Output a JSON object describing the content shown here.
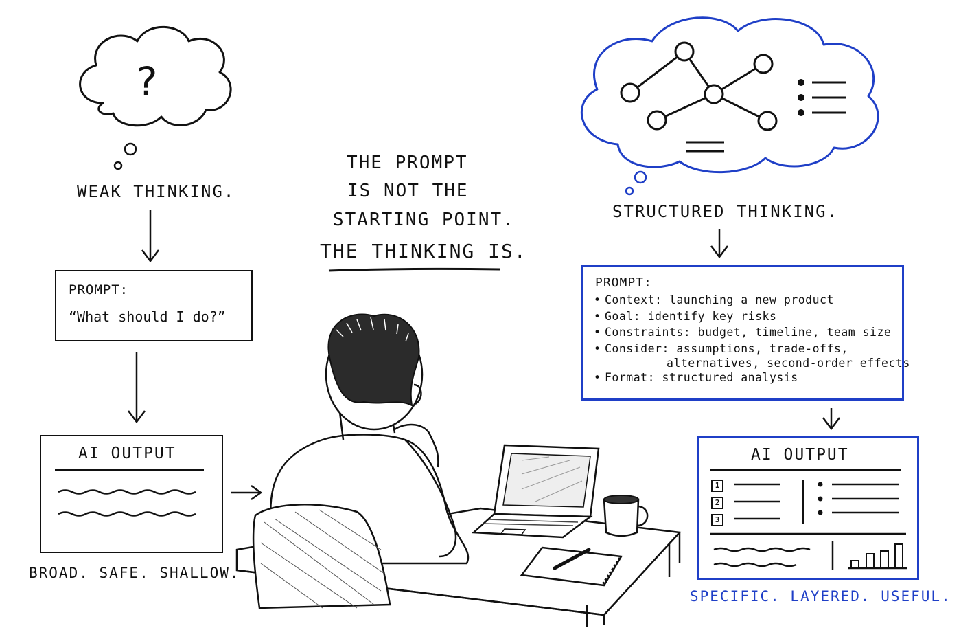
{
  "center_message": {
    "line1": "THE PROMPT",
    "line2": "IS NOT THE",
    "line3": "STARTING POINT.",
    "line4": "THE THINKING IS."
  },
  "left": {
    "cloud_symbol": "?",
    "thinking_label": "WEAK THINKING.",
    "prompt_title": "PROMPT:",
    "prompt_text": "“What should I do?”",
    "output_title": "AI OUTPUT",
    "verdict": "BROAD. SAFE. SHALLOW."
  },
  "right": {
    "thinking_label": "STRUCTURED THINKING.",
    "prompt_title": "PROMPT:",
    "prompt_items": [
      "Context: launching a new product",
      "Goal: identify key risks",
      "Constraints: budget, timeline, team size",
      "Consider: assumptions, trade-offs,",
      "alternatives, second-order effects",
      "Format: structured analysis"
    ],
    "output_title": "AI OUTPUT",
    "output_numbers": [
      "1",
      "2",
      "3"
    ],
    "verdict": "SPECIFIC. LAYERED. USEFUL."
  },
  "colors": {
    "ink": "#111111",
    "accent_blue": "#1f3fc7",
    "background": "#ffffff"
  },
  "icons": [
    "thought-cloud",
    "network-graph-icon",
    "bullet-list-icon",
    "person-at-desk",
    "laptop-icon",
    "coffee-mug-icon",
    "notebook-icon",
    "pen-icon",
    "bar-chart-icon",
    "arrow-down-icon",
    "arrow-right-icon"
  ]
}
